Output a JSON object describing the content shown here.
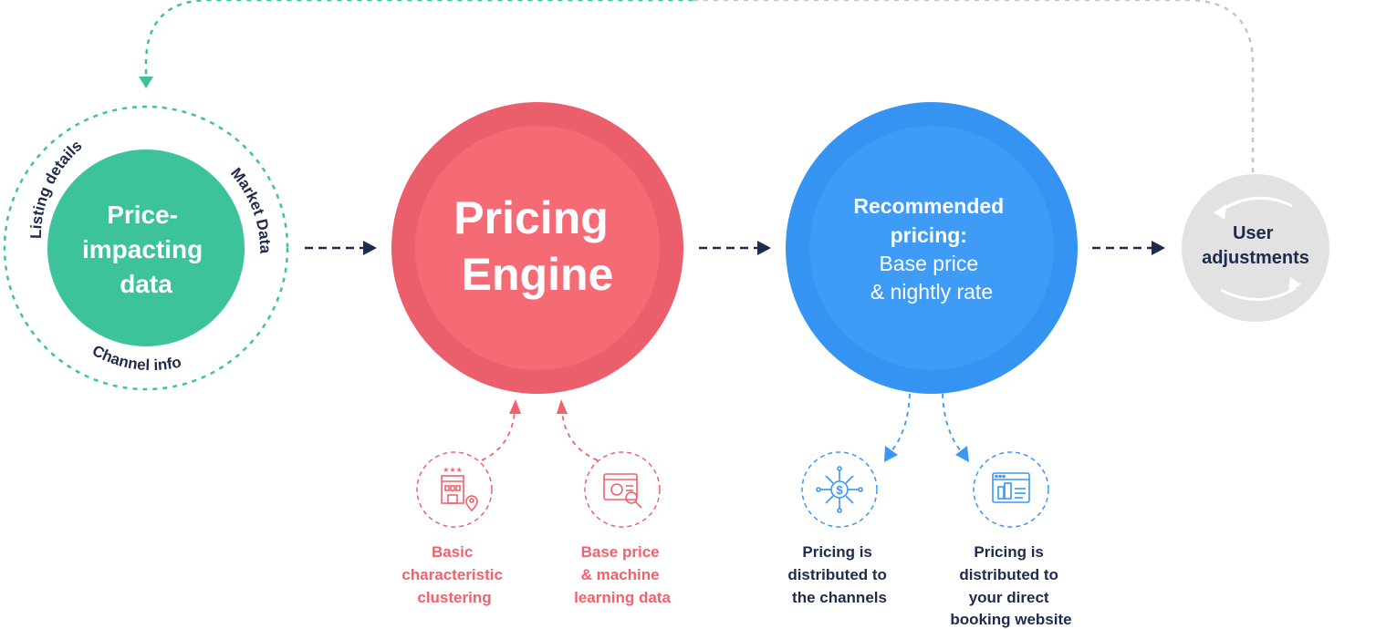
{
  "colors": {
    "green": "#3cc39b",
    "red": "#f0626d",
    "blue": "#3a97f4",
    "grey": "#e2e2e2",
    "navy": "#1f2b4d",
    "white": "#ffffff"
  },
  "nodes": {
    "data": {
      "lines": [
        "Price-",
        "impacting",
        "data"
      ]
    },
    "engine": {
      "lines": [
        "Pricing",
        "Engine"
      ]
    },
    "recommended": {
      "lines": [
        "Recommended",
        "pricing:",
        "Base price",
        "& nightly rate"
      ]
    },
    "user": {
      "lines": [
        "User",
        "adjustments"
      ]
    }
  },
  "ring_labels": {
    "listing": "Listing details",
    "market": "Market Data",
    "channel": "Channel info"
  },
  "inputs": [
    {
      "icon": "hotel-location-icon",
      "lines": [
        "Basic",
        "characteristic",
        "clustering"
      ]
    },
    {
      "icon": "analytics-search-icon",
      "lines": [
        "Base price",
        "& machine",
        "learning data"
      ]
    }
  ],
  "outputs": [
    {
      "icon": "distribution-dollar-icon",
      "lines": [
        "Pricing is",
        "distributed to",
        "the channels"
      ]
    },
    {
      "icon": "website-icon",
      "lines": [
        "Pricing is",
        "distributed to",
        "your direct",
        "booking website"
      ]
    }
  ]
}
